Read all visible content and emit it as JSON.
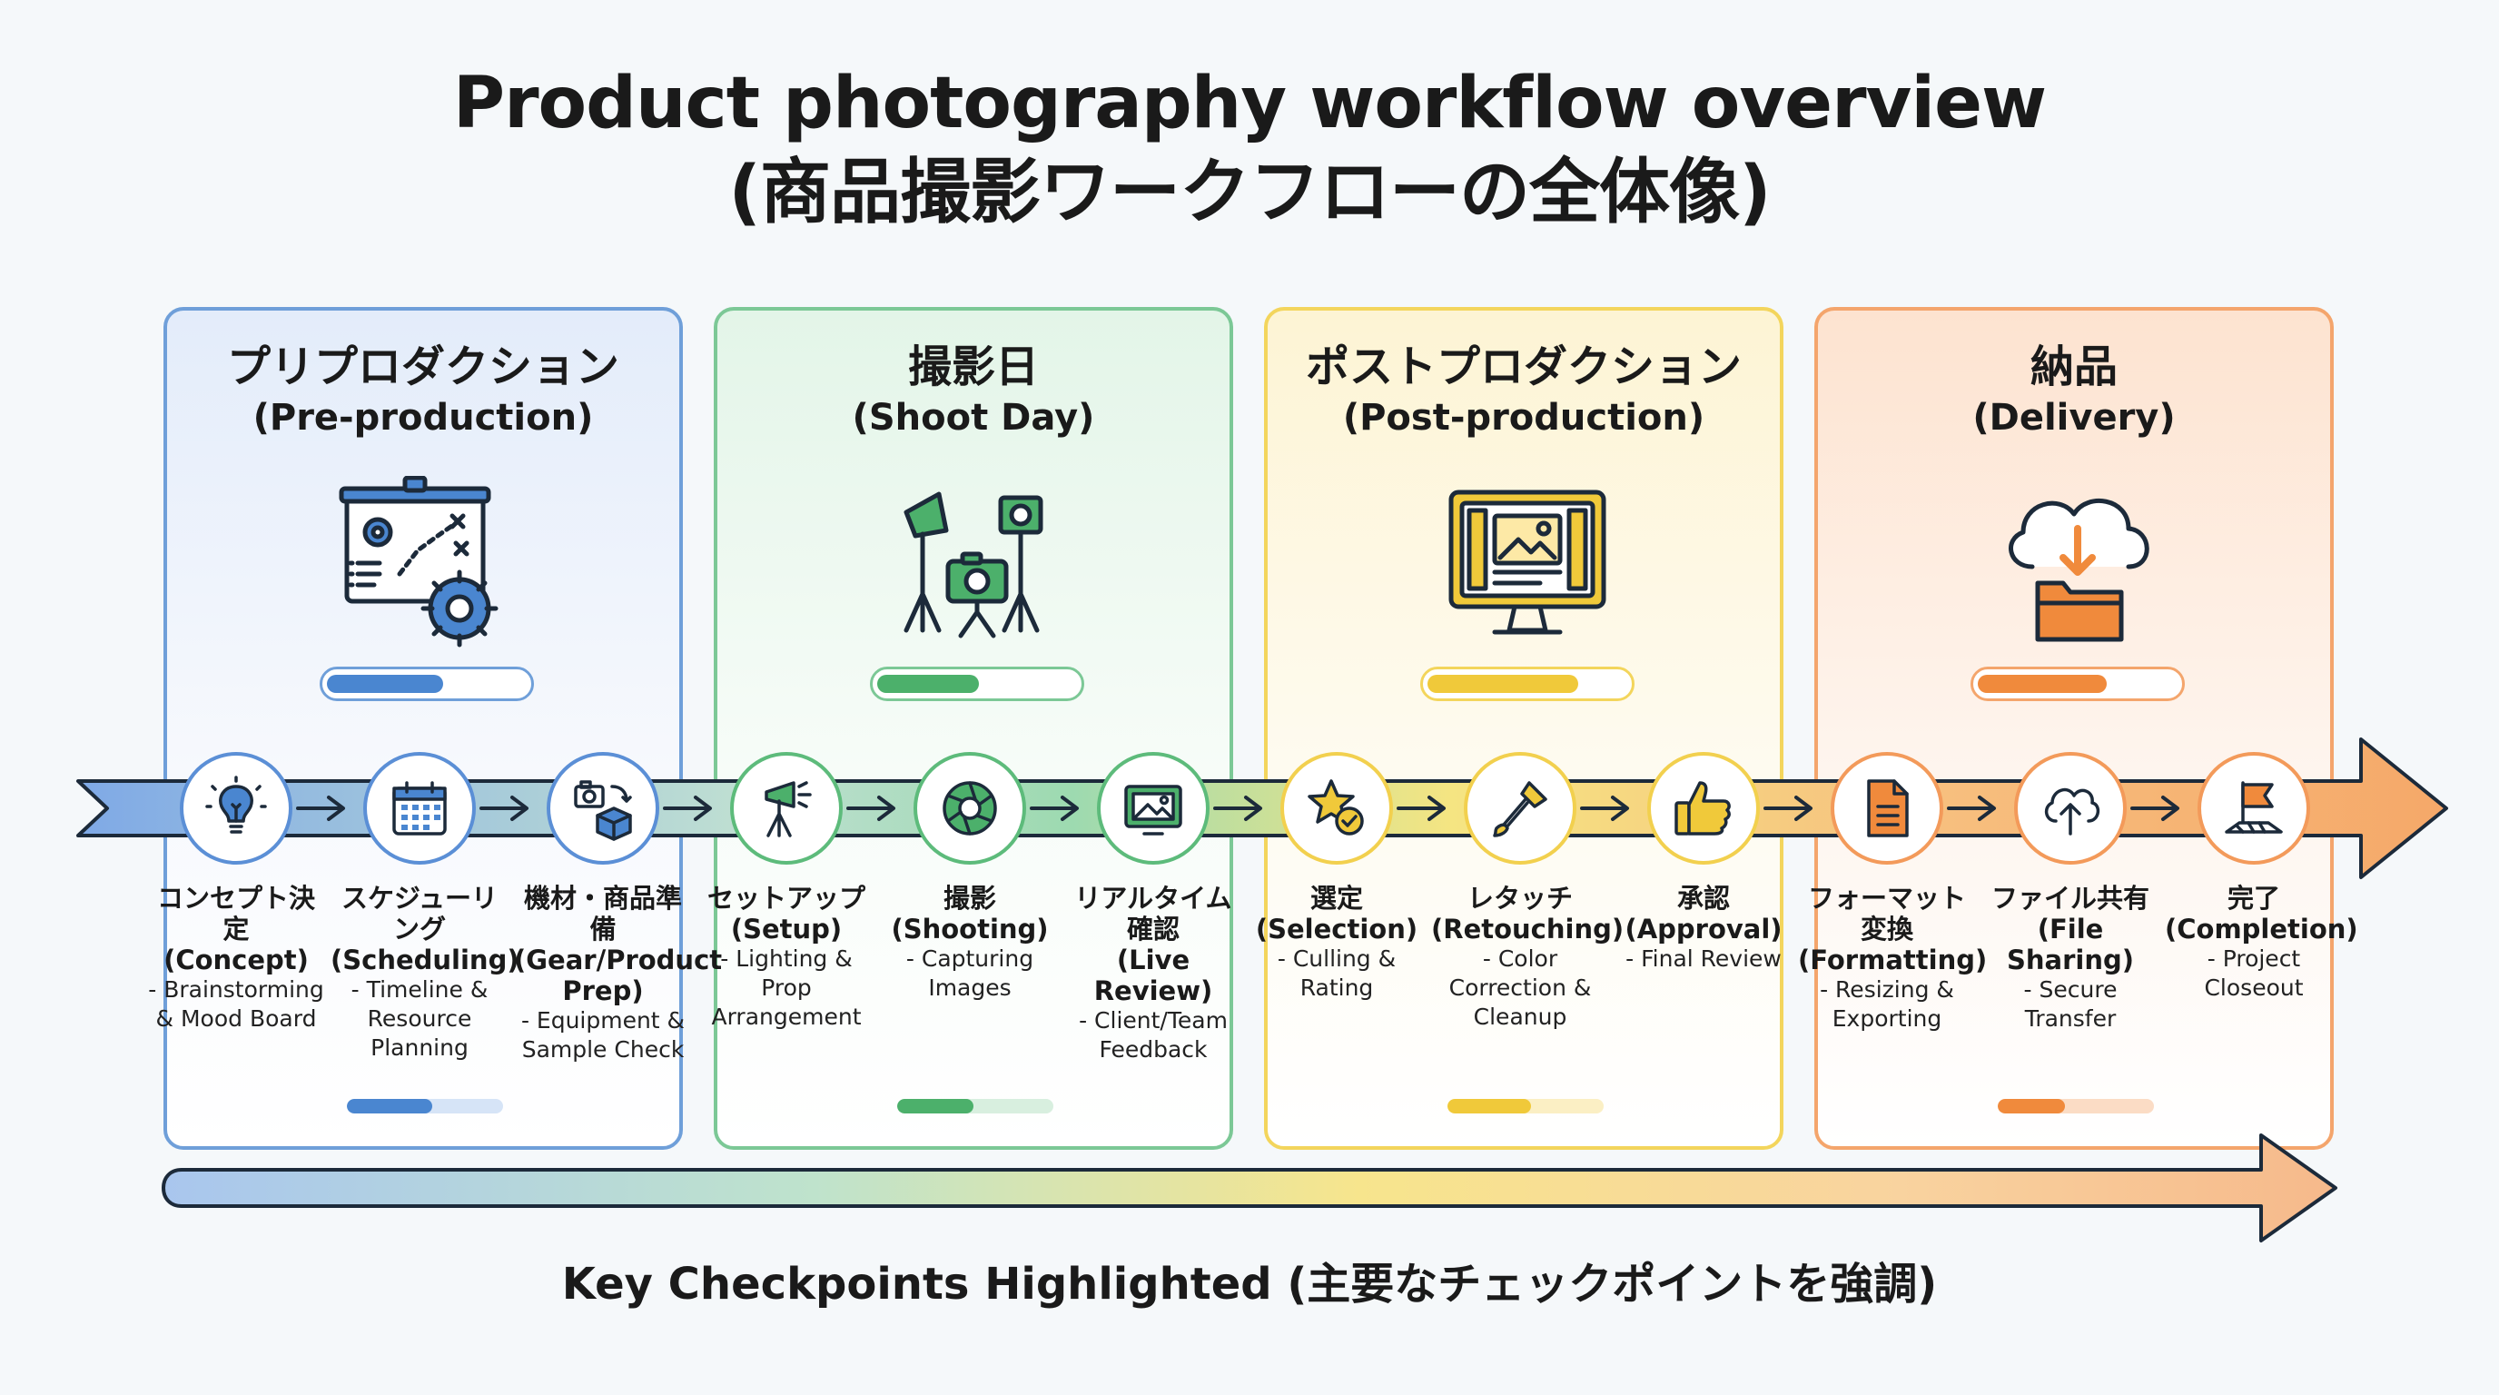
{
  "title": {
    "line1": "Product photography workflow overview",
    "line2": "(商品撮影ワークフローの全体像)"
  },
  "phases": [
    {
      "jp": "プリプロダクション",
      "en": "(Pre-production)",
      "color": "#4a86d0",
      "progress": 0.58,
      "icon": "planning-board-icon"
    },
    {
      "jp": "撮影日",
      "en": "(Shoot Day)",
      "color": "#4cb06b",
      "progress": 0.5,
      "icon": "studio-lights-camera-icon"
    },
    {
      "jp": "ポストプロダクション",
      "en": "(Post-production)",
      "color": "#f0c93a",
      "progress": 0.72,
      "icon": "editing-monitor-icon"
    },
    {
      "jp": "納品",
      "en": "(Delivery)",
      "color": "#f08a3c",
      "progress": 0.62,
      "icon": "cloud-download-folder-icon"
    }
  ],
  "steps": [
    {
      "jp": "コンセプト決定",
      "en": "(Concept)",
      "desc": "- Brainstorming & Mood Board",
      "icon": "lightbulb-icon"
    },
    {
      "jp": "スケジューリング",
      "en": "(Scheduling)",
      "desc": "- Timeline & Resource Planning",
      "icon": "calendar-icon"
    },
    {
      "jp": "機材・商品準備",
      "en": "(Gear/Product Prep)",
      "desc": "- Equipment & Sample Check",
      "icon": "camera-box-icon"
    },
    {
      "jp": "セットアップ",
      "en": "(Setup)",
      "desc": "- Lighting & Prop Arrangement",
      "icon": "tripod-light-icon"
    },
    {
      "jp": "撮影",
      "en": "(Shooting)",
      "desc": "- Capturing Images",
      "icon": "aperture-icon"
    },
    {
      "jp": "リアルタイム確認",
      "en": "(Live Review)",
      "desc": "- Client/Team Feedback",
      "icon": "image-monitor-icon"
    },
    {
      "jp": "選定",
      "en": "(Selection)",
      "desc": "- Culling & Rating",
      "icon": "star-check-icon"
    },
    {
      "jp": "レタッチ",
      "en": "(Retouching)",
      "desc": "- Color Correction & Cleanup",
      "icon": "brush-icon"
    },
    {
      "jp": "承認",
      "en": "(Approval)",
      "desc": "- Final Review",
      "icon": "thumbs-up-icon"
    },
    {
      "jp": "フォーマット変換",
      "en": "(Formatting)",
      "desc": "- Resizing & Exporting",
      "icon": "document-icon"
    },
    {
      "jp": "ファイル共有",
      "en": "(File Sharing)",
      "desc": "- Secure Transfer",
      "icon": "cloud-upload-icon"
    },
    {
      "jp": "完了",
      "en": "(Completion)",
      "desc": "- Project Closeout",
      "icon": "finish-flag-icon"
    }
  ],
  "footer": "Key Checkpoints Highlighted (主要なチェックポイントを強調)"
}
